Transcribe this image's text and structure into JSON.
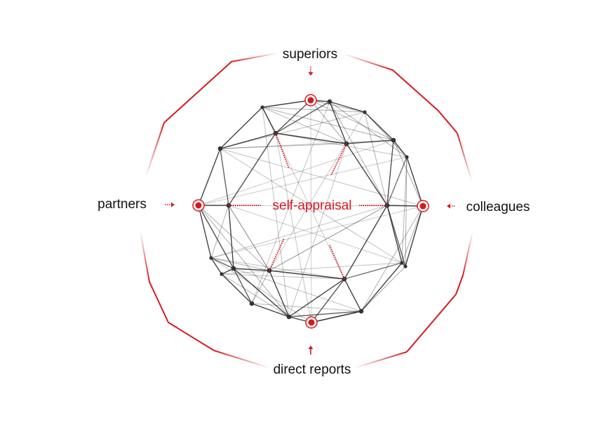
{
  "labels": {
    "top": "superiors",
    "left": "partners",
    "right": "colleagues",
    "bottom": "direct reports",
    "center": "self-appraisal"
  },
  "colors": {
    "accent": "#d7191f",
    "ring": "#d7191f",
    "mesh": "#3a3a3a",
    "text": "#111111"
  },
  "icons": {
    "top": "arrow-down-icon",
    "left": "arrow-right-icon",
    "right": "arrow-left-icon",
    "bottom": "arrow-up-icon"
  }
}
